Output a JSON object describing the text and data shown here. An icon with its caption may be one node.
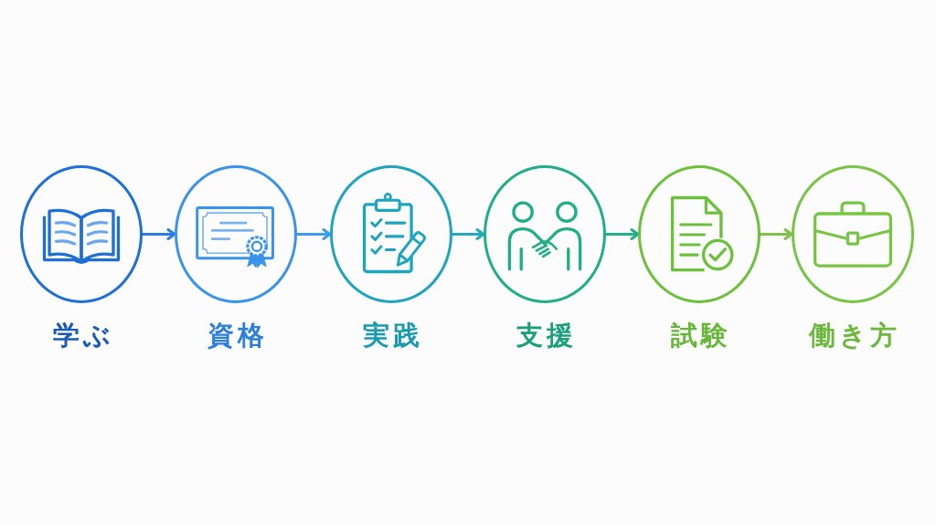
{
  "diagram": {
    "nodes": [
      {
        "text": [
          "学ぶ"
        ]
      },
      {
        "text": [
          "資格"
        ]
      },
      {
        "text": [
          "実践"
        ]
      },
      {
        "text": [
          "支援"
        ]
      },
      {
        "text": [
          "試験"
        ]
      },
      {
        "text": [
          "働き方"
        ]
      }
    ],
    "edges": [
      {
        "from": 0,
        "to": 1,
        "arrow": "to",
        "color": "#2a7de1"
      },
      {
        "from": 1,
        "to": 2,
        "arrow": "to",
        "color": "#3d9be9"
      },
      {
        "from": 2,
        "to": 3,
        "arrow": "to",
        "color": "#25a8c0"
      },
      {
        "from": 3,
        "to": 4,
        "arrow": "to",
        "color": "#22ad8c"
      },
      {
        "from": 4,
        "to": 5,
        "arrow": "to",
        "color": "#7dc04a"
      }
    ]
  }
}
